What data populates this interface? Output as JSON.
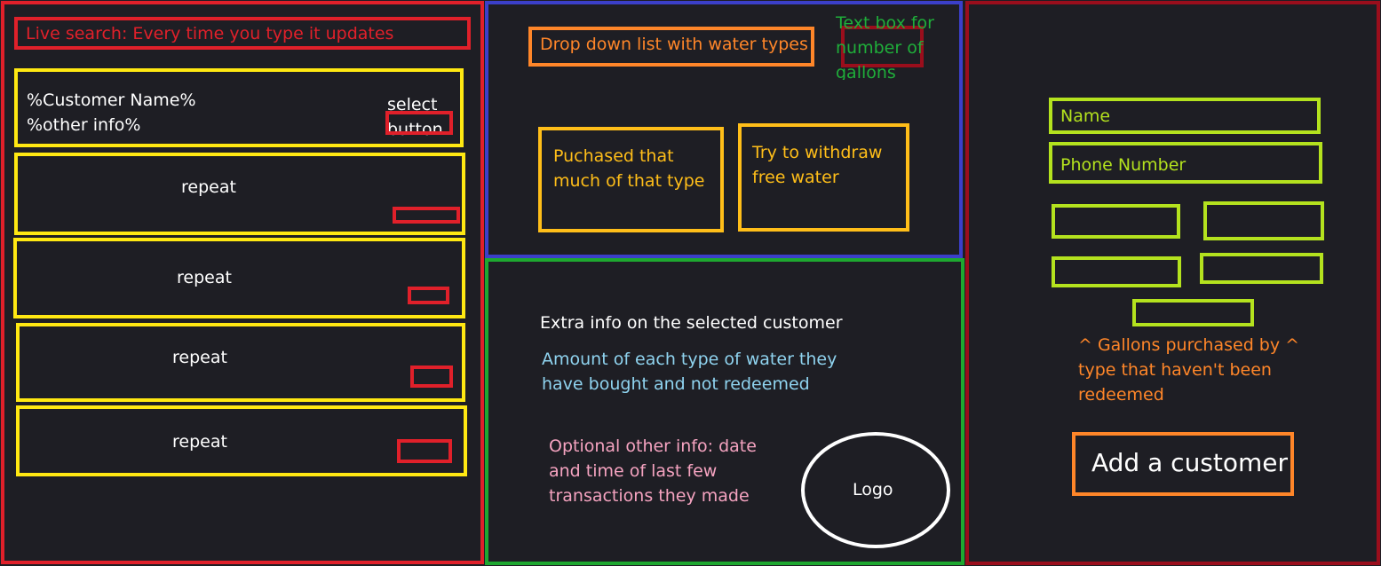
{
  "left": {
    "search_label": "Live search: Every time you type it updates",
    "first_row": {
      "name": "%Customer Name%",
      "info": "%other info%",
      "select_label": "select\nbutton"
    },
    "repeat_rows": [
      "repeat",
      "repeat",
      "repeat",
      "repeat"
    ]
  },
  "top_mid": {
    "dropdown_label": "Drop down list with water types",
    "gallons_label": "Text box for\nnumber of\ngallons",
    "purchase_label": "Puchased that\nmuch of that type",
    "withdraw_label": "Try to withdraw\nfree water"
  },
  "bottom_mid": {
    "heading": "Extra info on the selected customer",
    "amount_note": "Amount of each type of water they\nhave bought and not redeemed",
    "optional_note": "Optional other info: date\nand time of last few\ntransactions they made",
    "logo_label": "Logo"
  },
  "right": {
    "name_placeholder": "Name",
    "phone_placeholder": "Phone Number",
    "gallons_note": "^ Gallons purchased by ^\ntype that haven't been\nredeemed",
    "add_button_label": "Add a customer"
  },
  "colors": {
    "background": "#1e1e24",
    "red": "#e0202a",
    "blue": "#3b3fc9",
    "green": "#1ea830",
    "maroon": "#9a0e1c",
    "yellow": "#ffe812",
    "orange": "#ff8629",
    "gold": "#ffbe19",
    "lime": "#b4e21e",
    "light_blue": "#8fd3ef",
    "pink": "#f5a3c0",
    "green_text": "#1fae3a",
    "white": "#ffffff"
  }
}
